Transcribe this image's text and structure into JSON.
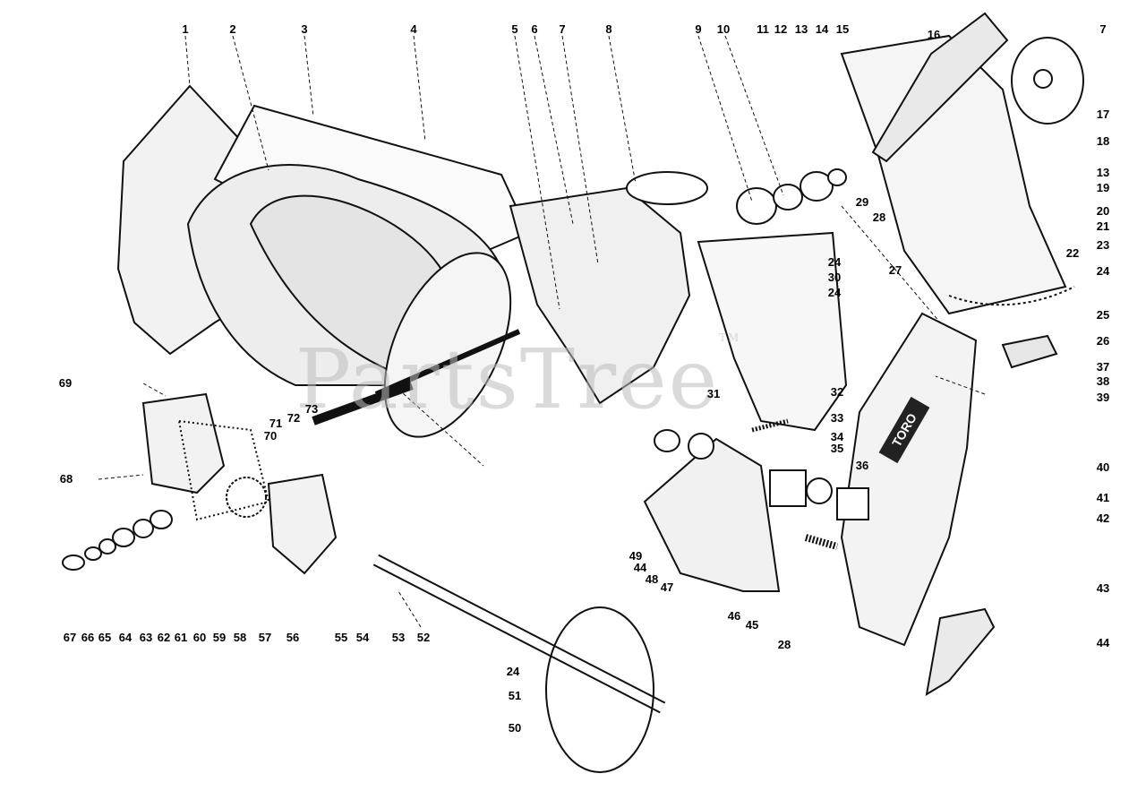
{
  "brand": {
    "watermark": "PartsTree",
    "trademark": "TM",
    "logo_text": "TORO"
  },
  "callouts": [
    "1",
    "2",
    "3",
    "4",
    "5",
    "6",
    "7",
    "8",
    "9",
    "10",
    "11",
    "12",
    "13",
    "14",
    "15",
    "16",
    "7",
    "17",
    "18",
    "13",
    "19",
    "20",
    "21",
    "22",
    "23",
    "24",
    "25",
    "26",
    "27",
    "28",
    "29",
    "24",
    "24",
    "30",
    "37",
    "38",
    "39",
    "40",
    "41",
    "42",
    "43",
    "44",
    "69",
    "73",
    "31",
    "32",
    "33",
    "34",
    "35",
    "36",
    "68",
    "71",
    "72",
    "70",
    "49",
    "44",
    "48",
    "47",
    "46",
    "45",
    "28",
    "67",
    "66",
    "65",
    "64",
    "63",
    "62",
    "61",
    "60",
    "59",
    "58",
    "57",
    "56",
    "55",
    "54",
    "53",
    "52",
    "24",
    "51",
    "50"
  ]
}
